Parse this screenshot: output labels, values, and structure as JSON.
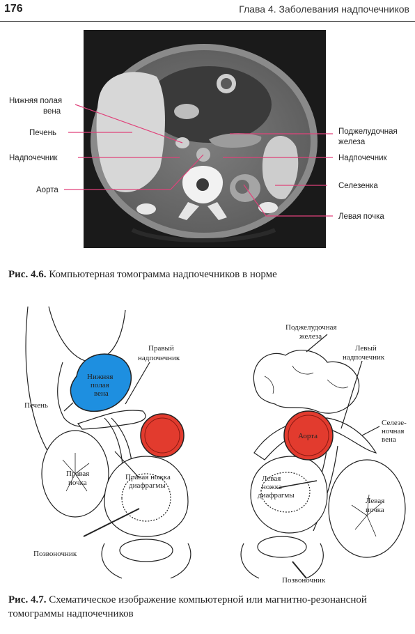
{
  "header": {
    "page_number": "176",
    "chapter_title": "Глава 4. Заболевания надпочечников"
  },
  "figure1": {
    "labels_left": {
      "ivc_line1": "Нижняя полая",
      "ivc_line2": "вена",
      "liver": "Печень",
      "adrenal": "Надпочечник",
      "aorta": "Аорта"
    },
    "labels_right": {
      "pancreas_line1": "Поджелудочная",
      "pancreas_line2": "железа",
      "adrenal": "Надпочечник",
      "spleen": "Селезенка",
      "kidney": "Левая почка"
    },
    "caption_number": "Рис. 4.6.",
    "caption_text": "Компьютерная томограмма надпочечников в норме"
  },
  "figure2": {
    "left": {
      "adrenal_line1": "Правый",
      "adrenal_line2": "надпочечник",
      "ivc_line1": "Нижняя",
      "ivc_line2": "полая",
      "ivc_line3": "вена",
      "liver": "Печень",
      "kidney_line1": "Правая",
      "kidney_line2": "почка",
      "crus_line1": "Правая ножка",
      "crus_line2": "диафрагмы",
      "spine": "Позвоночник"
    },
    "right": {
      "pancreas_line1": "Поджелудочная",
      "pancreas_line2": "железа",
      "adrenal_line1": "Левый",
      "adrenal_line2": "надпочечник",
      "splenic_line1": "Селезе-",
      "splenic_line2": "ночная",
      "splenic_line3": "вена",
      "aorta": "Аорта",
      "crus_line1": "Левая",
      "crus_line2": "ножка",
      "crus_line3": "диафрагмы",
      "kidney_line1": "Левая",
      "kidney_line2": "почка",
      "spine": "Позвоночник"
    },
    "caption_number": "Рис. 4.7.",
    "caption_text": "Схематическое изображение компьютерной или магнитно-резонансной томограммы надпочечников"
  },
  "colors": {
    "ivc_fill": "#1e8fe0",
    "aorta_fill": "#e23b2e",
    "leader_line": "#e0427a",
    "scan_bg": "#1a1a1a"
  }
}
